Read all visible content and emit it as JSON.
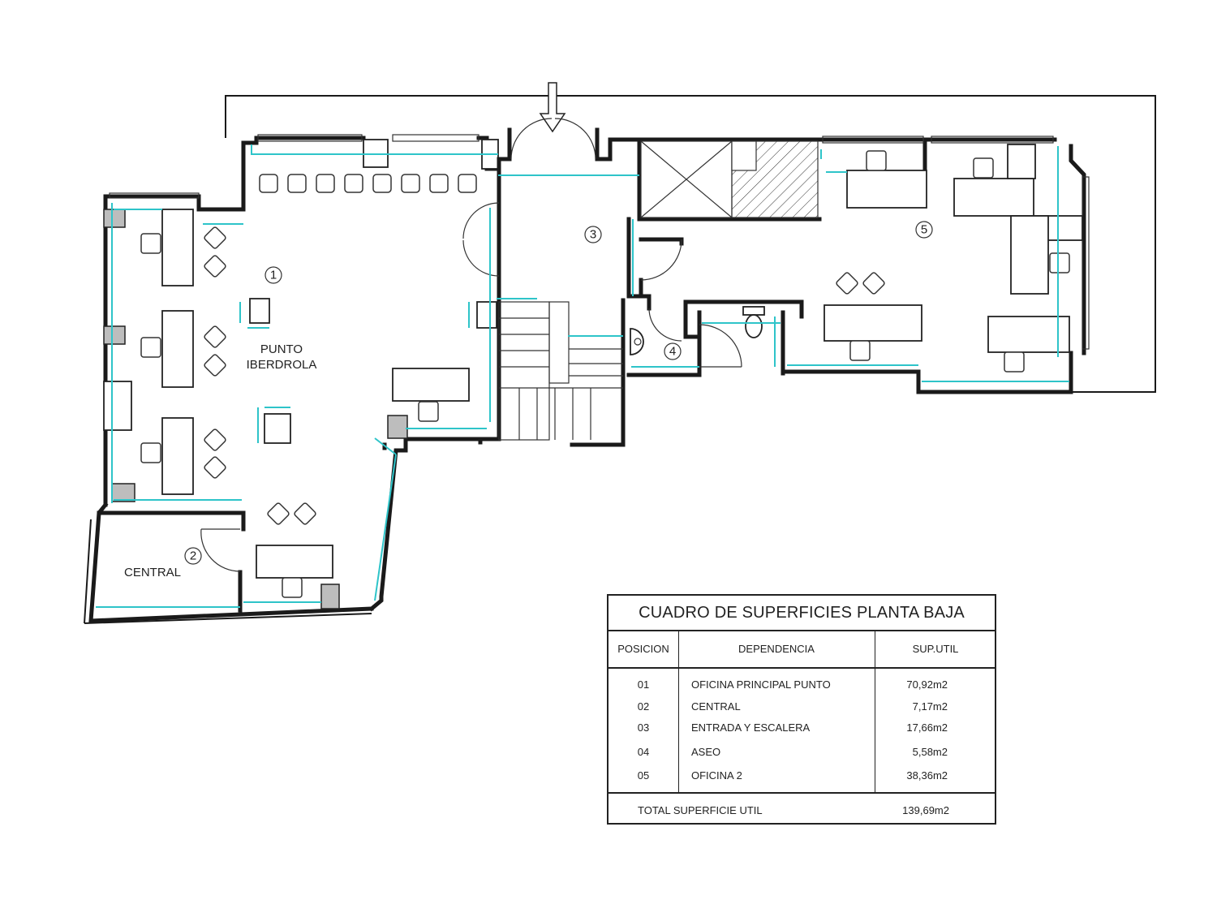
{
  "rooms": [
    {
      "number": "1",
      "name": "PUNTO IBERDROLA"
    },
    {
      "number": "2",
      "name": "CENTRAL"
    },
    {
      "number": "3",
      "name": ""
    },
    {
      "number": "4",
      "name": ""
    },
    {
      "number": "5",
      "name": ""
    }
  ],
  "room_label_line1": "PUNTO",
  "room_label_line2": "IBERDROLA",
  "room_label_central": "CENTRAL",
  "colors": {
    "walls": "#1a1a1a",
    "dimensions": "#2ec4c9",
    "columns": "#bdbdbd"
  },
  "icons": [
    "entrance-arrow-icon",
    "office-chair-icon",
    "armchair-icon",
    "toilet-icon",
    "washbasin-icon",
    "stair-icon"
  ],
  "table": {
    "title": "CUADRO DE SUPERFICIES PLANTA BAJA",
    "headers": {
      "position": "POSICION",
      "dependency": "DEPENDENCIA",
      "surface": "SUP.UTIL"
    },
    "rows": [
      {
        "pos": "01",
        "dep": "OFICINA PRINCIPAL PUNTO",
        "sup": "70,92m2"
      },
      {
        "pos": "02",
        "dep": "CENTRAL",
        "sup": "7,17m2"
      },
      {
        "pos": "03",
        "dep": "ENTRADA Y ESCALERA",
        "sup": "17,66m2"
      },
      {
        "pos": "04",
        "dep": "ASEO",
        "sup": "5,58m2"
      },
      {
        "pos": "05",
        "dep": "OFICINA 2",
        "sup": "38,36m2"
      }
    ],
    "total_label": "TOTAL SUPERFICIE UTIL",
    "total_value": "139,69m2"
  }
}
